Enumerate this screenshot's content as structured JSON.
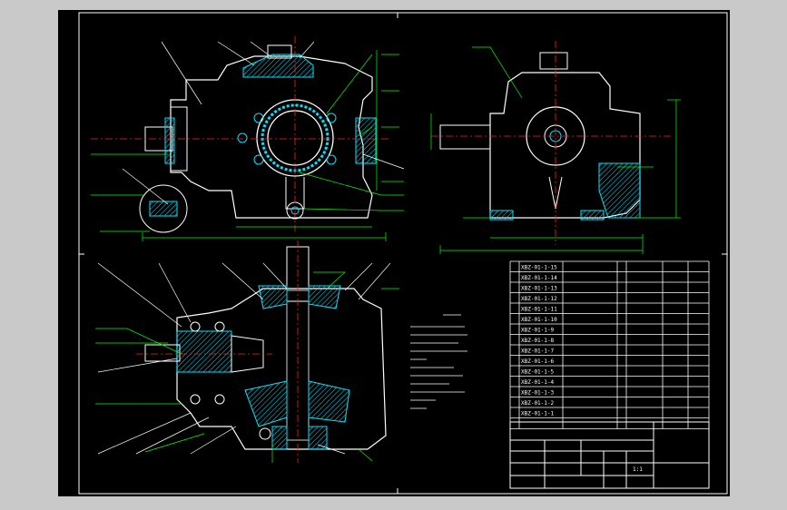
{
  "colors": {
    "viewport_bg": "#c9c9c9",
    "paper": "#000000",
    "frame": "#ffffff",
    "part_line": "#ffffff",
    "hatch": "#00e5ff",
    "dimension": "#00ff00",
    "centerline": "#ff2020",
    "leader": "#00ff00"
  },
  "icons": {
    "bolt": "bolt-icon",
    "shaft": "shaft-icon",
    "bearing": "bearing-icon"
  },
  "parts_table": {
    "rows": [
      {
        "code": "XBZ-01-1-15"
      },
      {
        "code": "XBZ-01-1-14"
      },
      {
        "code": "XBZ-01-1-13"
      },
      {
        "code": "XBZ-01-1-12"
      },
      {
        "code": "XBZ-01-1-11"
      },
      {
        "code": "XBZ-01-1-10"
      },
      {
        "code": "XBZ-01-1-9"
      },
      {
        "code": "XBZ-01-1-8"
      },
      {
        "code": "XBZ-01-1-7"
      },
      {
        "code": "XBZ-01-1-6"
      },
      {
        "code": "XBZ-01-1-5"
      },
      {
        "code": "XBZ-01-1-4"
      },
      {
        "code": "XBZ-01-1-3"
      },
      {
        "code": "XBZ-01-1-2"
      },
      {
        "code": "XBZ-01-1-1"
      }
    ]
  },
  "title_block": {
    "scale": "1:1"
  }
}
